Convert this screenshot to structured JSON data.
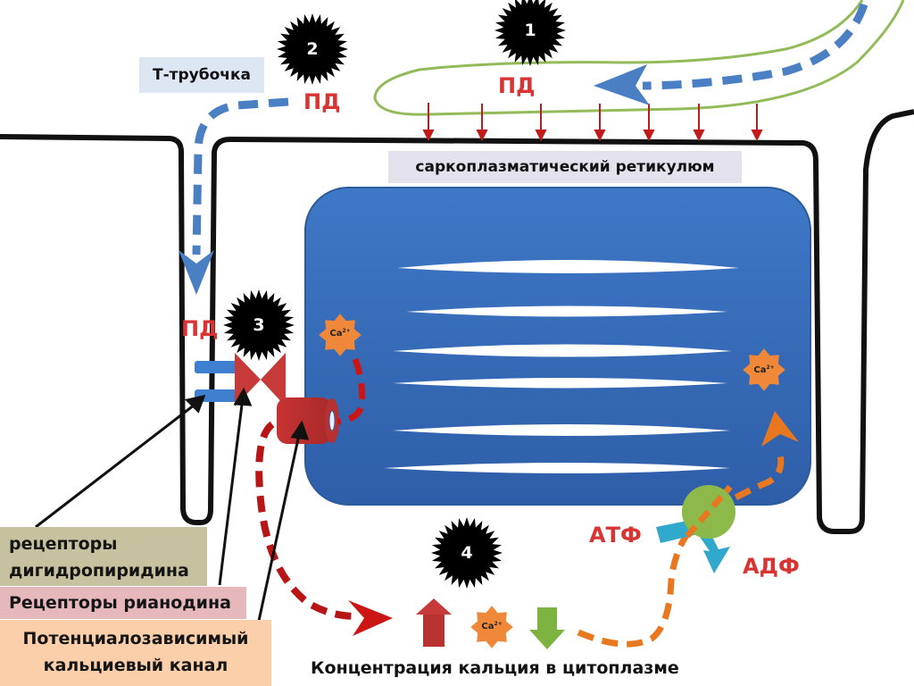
{
  "labels": {
    "t_tubule": "Т-трубочка",
    "sarcoplasmic_reticulum": "саркоплазматический ретикулюм",
    "pd_top": "ПД",
    "pd_tubule": "ПД",
    "pd_membrane": "ПД",
    "atp": "АТФ",
    "adp": "АДФ",
    "cytoplasm_concentration": "Концентрация кальция в цитоплазме",
    "dihydropyridine_receptors": "рецепторы дигидропиридина",
    "ryanodine_receptors": "Рецепторы рианодина",
    "voltage_gated_channel": "Потенциалозависимый кальциевый канал"
  },
  "steps": [
    "1",
    "2",
    "3",
    "4"
  ],
  "calcium": {
    "symbol": "Ca",
    "charge": "2+"
  },
  "colors": {
    "sr_blue": "#3a6fbf",
    "action_potential_red": "#d93434",
    "tubule_arrow_blue": "#4a7fc4",
    "sr_outline_green": "#93bb5a",
    "pump_green": "#8db84a",
    "calcium_orange": "#f0883a",
    "atp_cyan": "#31a9cc"
  }
}
